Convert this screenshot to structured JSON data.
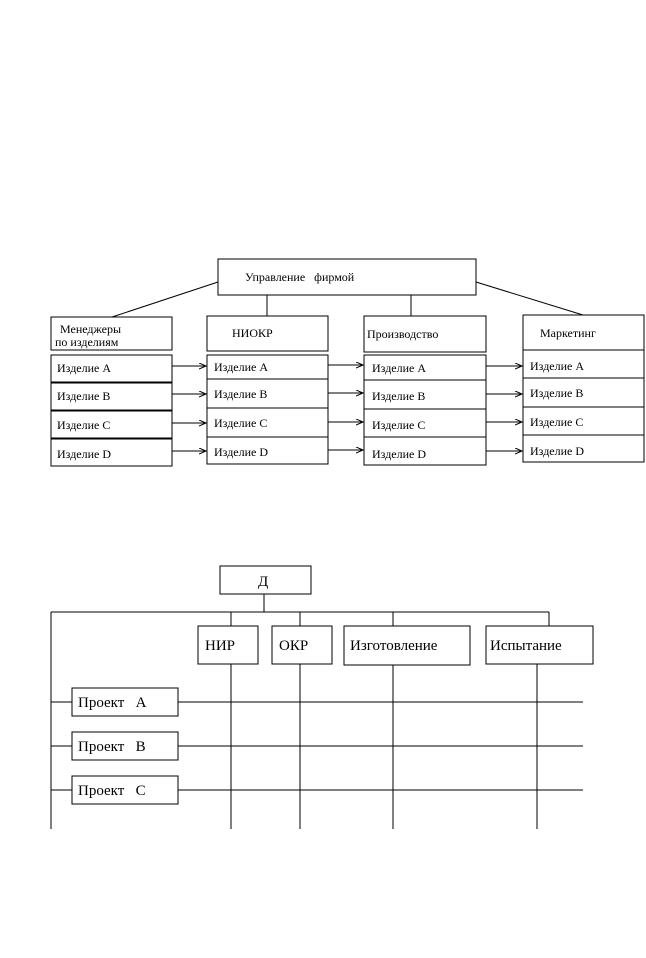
{
  "org_chart": {
    "root": "Управление   фирмой",
    "managers": {
      "title_line1": "Менеджеры",
      "title_line2": "по изделиям",
      "items": [
        "Изделие А",
        "Изделие В",
        "Изделие С",
        "Изделие D"
      ]
    },
    "departments": [
      {
        "title": "НИОКР",
        "items": [
          "Изделие А",
          "Изделие В",
          "Изделие С",
          "Изделие D"
        ]
      },
      {
        "title": "Производство",
        "items": [
          "Изделие А",
          "Изделие В",
          "Изделие С",
          "Изделие D"
        ]
      },
      {
        "title": "Маркетинг",
        "items": [
          "Изделие А",
          "Изделие В",
          "Изделие С",
          "Изделие D"
        ]
      }
    ]
  },
  "matrix_chart": {
    "root": "Д",
    "columns": [
      "НИР",
      "ОКР",
      "Изготовление",
      "Испытание"
    ],
    "projects": [
      "Проект   А",
      "Проект   В",
      "Проект   С"
    ]
  }
}
